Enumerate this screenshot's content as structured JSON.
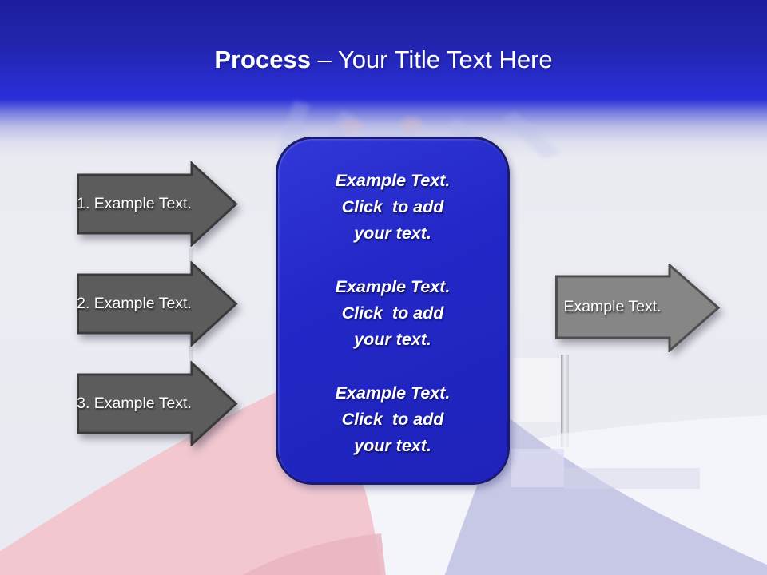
{
  "slide": {
    "title": {
      "bold": "Process",
      "rest": " – Your Title Text Here"
    }
  },
  "left_arrows": [
    {
      "label": "1. Example Text."
    },
    {
      "label": "2. Example Text."
    },
    {
      "label": "3. Example Text."
    }
  ],
  "right_arrow": {
    "label": "Example Text."
  },
  "center_panel": {
    "blocks": [
      {
        "lines": [
          "Example Text.",
          "Click  to add",
          "your text."
        ]
      },
      {
        "lines": [
          "Example Text.",
          "Click  to add",
          "your text."
        ]
      },
      {
        "lines": [
          "Example Text.",
          "Click  to add",
          "your text."
        ]
      }
    ]
  },
  "colors": {
    "header_top": "#1d1e9c",
    "header_blue": "#2a2fd8",
    "panel_fill": "#2327c7",
    "panel_border": "#1a1b6e",
    "step_arrow_fill": "#5c5c5c",
    "step_arrow_border": "#3a3a3a",
    "result_arrow_fill": "#868686",
    "result_arrow_border": "#4e4e4e",
    "pink_band": "#f2c7cf",
    "lavender_band": "#c7c8e6",
    "background": "#e8e9f1"
  }
}
